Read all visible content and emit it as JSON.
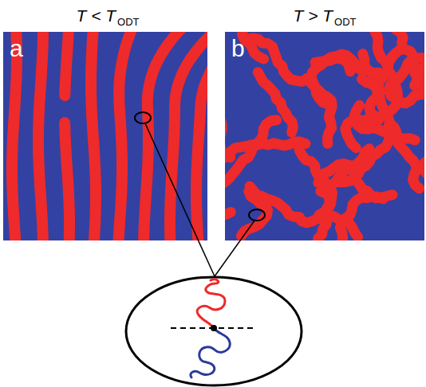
{
  "diagram": {
    "labels": [
      "T < T",
      "ODT",
      "T > T",
      "ODT",
      "a",
      "b"
    ]
  }
}
